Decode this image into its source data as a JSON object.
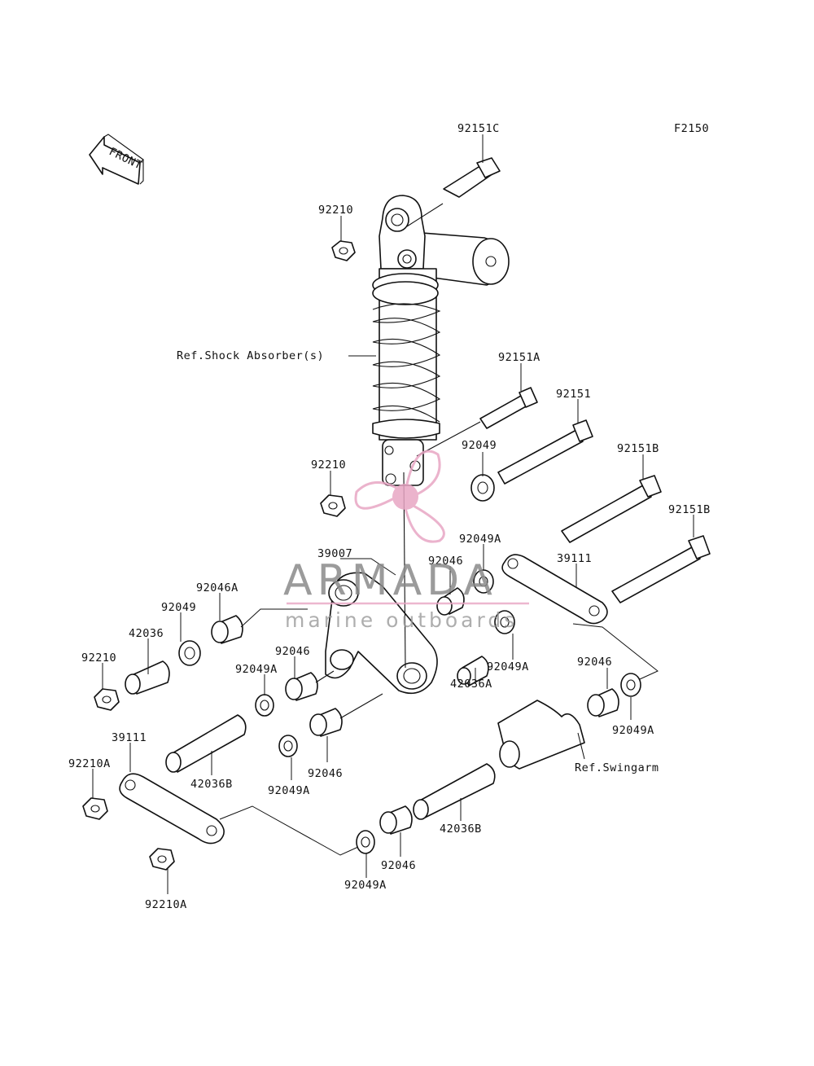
{
  "figure_code": "F2150",
  "front_arrow": "FRONT",
  "labels": {
    "l_92151C": "92151C",
    "l_92210_top": "92210",
    "l_ref_shock": "Ref.Shock Absorber(s)",
    "l_92151A": "92151A",
    "l_92151": "92151",
    "l_92210_mid": "92210",
    "l_92049_right": "92049",
    "l_92151B_1": "92151B",
    "l_92151B_2": "92151B",
    "l_39007": "39007",
    "l_92049A_top": "92049A",
    "l_92046_top": "92046",
    "l_39111_right": "39111",
    "l_92046A": "92046A",
    "l_92049_left": "92049",
    "l_42036": "42036",
    "l_92210_left": "92210",
    "l_92046_mid": "92046",
    "l_92049A_left": "92049A",
    "l_92049A_right": "92049A",
    "l_42036A": "42036A",
    "l_92046_far_right": "92046",
    "l_92049A_far_right": "92049A",
    "l_39111_left": "39111",
    "l_92210A_top": "92210A",
    "l_42036B_left": "42036B",
    "l_92046_low": "92046",
    "l_92049A_low": "92049A",
    "l_ref_swingarm": "Ref.Swingarm",
    "l_42036B_right": "42036B",
    "l_92046_bottom": "92046",
    "l_92049A_bottom": "92049A",
    "l_92210A_bottom": "92210A"
  },
  "watermark": {
    "brand": "ARMADA",
    "tagline": "marine outboards",
    "accent_color": "#e8a6c4",
    "text_color": "#8a8a8a"
  }
}
